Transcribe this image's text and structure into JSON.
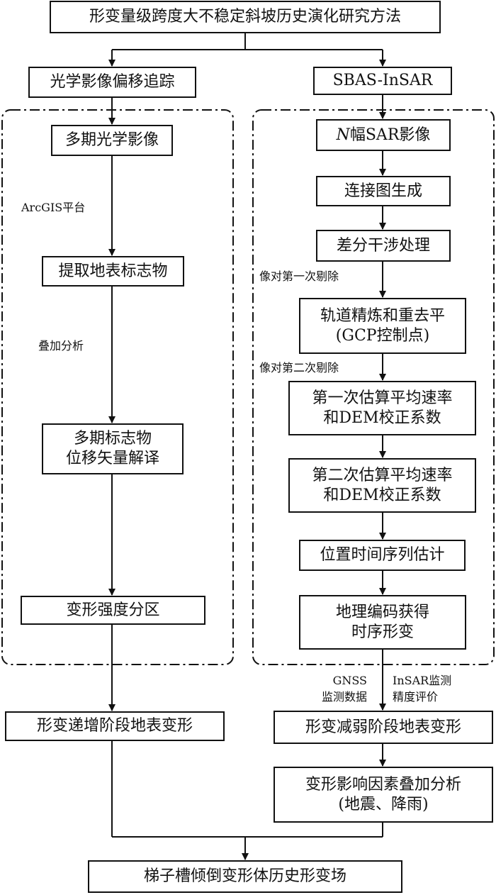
{
  "title": "形变量级跨度大不稳定斜坡历史演化研究方法",
  "left": {
    "method": "光学影像偏移追踪",
    "steps": [
      "多期光学影像",
      "提取地表标志物",
      "多期标志物",
      "位移矢量解译",
      "变形强度分区"
    ],
    "labels": [
      "ArcGIS平台",
      "叠加分析"
    ],
    "result": "形变递增阶段地表变形"
  },
  "right": {
    "method": "SBAS-InSAR",
    "sar_n": "N",
    "sar_images": "幅SAR影像",
    "steps": [
      "连接图生成",
      "差分干涉处理",
      "轨道精炼和重去平",
      "(GCP控制点)",
      "第一次估算平均速率",
      "和DEM校正系数",
      "第二次估算平均速率",
      "和DEM校正系数",
      "位置时间序列估计",
      "地理编码获得",
      "时序形变"
    ],
    "labels": [
      "像对第一次剔除",
      "像对第二次剔除",
      "GNSS",
      "监测数据",
      "InSAR监测",
      "精度评价"
    ],
    "result": "形变减弱阶段地表变形",
    "factors_1": "变形影响因素叠加分析",
    "factors_2": "(地震、降雨)"
  },
  "final": "梯子槽倾倒变形体历史形变场"
}
